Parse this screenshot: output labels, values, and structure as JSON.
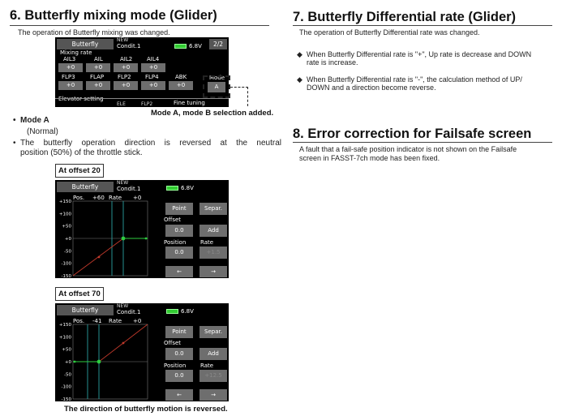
{
  "sec6": {
    "title": "6. Butterfly mixing mode (Glider)",
    "intro": "The operation of Butterfly mixing was changed.",
    "caption1": "Mode A, mode B selection added.",
    "modeA_title": "Mode A",
    "modeA_sub": "(Normal)",
    "modeA_desc_1": "The butterfly operation direction is reversed at the neutral",
    "modeA_desc_2": "position (50%) of the throttle stick.",
    "offset20_label": "At offset 20",
    "offset70_label": "At offset 70",
    "caption2": "The direction of butterfly motion is reversed."
  },
  "screen1": {
    "title": "Butterfly",
    "cond_new": "NEW",
    "cond": "Condit.1",
    "voltage": "6.8V",
    "page": "2/2",
    "mix_label": "Mixing rate",
    "row1_labels": [
      "AIL3",
      "AIL",
      "AIL2",
      "AIL4"
    ],
    "row1_values": [
      "+0",
      "+0",
      "+0",
      "+0"
    ],
    "row2_labels": [
      "FLP3",
      "FLAP",
      "FLP2",
      "FLP4",
      "ABK"
    ],
    "row2_values": [
      "+0",
      "+0",
      "+0",
      "+0",
      "+0"
    ],
    "mode_label": "Mode",
    "mode_value": "A",
    "elev_label": "Elevator setting",
    "elev_sub1": "ELE",
    "elev_sub2": "FLP2",
    "fine": "Fine tuning"
  },
  "graph1": {
    "title": "Butterfly",
    "cond_new": "NEW",
    "cond": "Condit.1",
    "voltage": "6.8V",
    "pos_label": "Pos.",
    "pos_value": "+60",
    "rate_label": "Rate",
    "rate_value": "+0",
    "point": "Point",
    "separ": "Separ.",
    "offset_label": "Offset",
    "offset_value": "0.0",
    "add": "Add",
    "position_label": "Position",
    "rate2_label": "Rate",
    "position_value": "0.0",
    "rate2_value": "+1.5",
    "left": "←",
    "right": "→",
    "yticks": [
      "+150",
      "+100",
      "+50",
      "+0",
      "-50",
      "-100",
      "-150"
    ]
  },
  "graph2": {
    "title": "Butterfly",
    "cond_new": "NEW",
    "cond": "Condit.1",
    "voltage": "6.8V",
    "pos_label": "Pos.",
    "pos_value": "-41",
    "rate_label": "Rate",
    "rate_value": "+0",
    "point": "Point",
    "separ": "Separ.",
    "offset_label": "Offset",
    "offset_value": "0.0",
    "add": "Add",
    "position_label": "Position",
    "rate2_label": "Rate",
    "position_value": "0.0",
    "rate2_value": "+12.5",
    "left": "←",
    "right": "→",
    "yticks": [
      "+150",
      "+100",
      "+50",
      "+0",
      "-50",
      "-100",
      "-150"
    ]
  },
  "sec7": {
    "title": "7. Butterfly Differential rate (Glider)",
    "intro": "The operation of Butterfly Differential rate was changed.",
    "b1_1": "When Butterfly Differential rate is \"+\", Up rate is decrease and DOWN",
    "b1_2": "rate is increase.",
    "b2_1": "When Butterfly Differential rate is \"-\", the calculation method of UP/",
    "b2_2": "DOWN and a direction become reverse."
  },
  "sec8": {
    "title": "8. Error correction for Failsafe screen",
    "l1": "A fault that a fail-safe position indicator is not shown on the Failsafe",
    "l2": "screen in FASST-7ch mode has been fixed."
  },
  "colors": {
    "grid_line": "#2ba0a0",
    "curve": "#c0392b",
    "curve_flat": "#2ecc40",
    "battery": "#33cc33"
  }
}
